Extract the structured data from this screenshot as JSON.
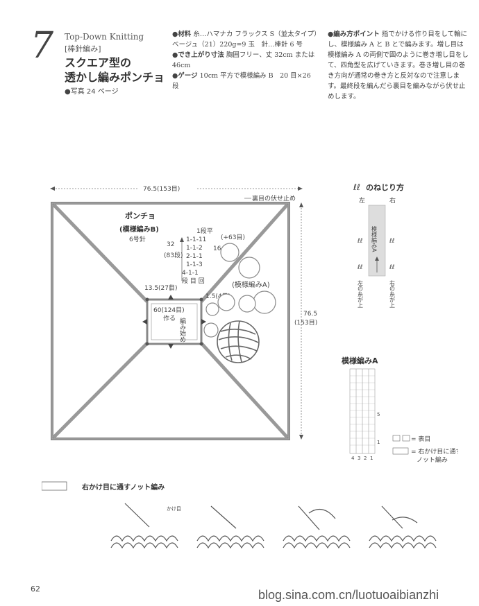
{
  "header": {
    "number": "7",
    "subtitle": "Top-Down Knitting",
    "tool": "[棒針編み]",
    "title_line1": "スクエア型の",
    "title_line2": "透かし編みポンチョ",
    "photo_ref": "●写真 24 ページ"
  },
  "specs": {
    "material_label": "●材料",
    "material_text": "糸…ハマナカ フラックス S（並太タイプ）ベージュ（21）220g=9 玉　針…棒針 6 号",
    "size_label": "●でき上がり寸法",
    "size_text": "胸囲フリー、丈 32cm または 46cm",
    "gauge_label": "●ゲージ",
    "gauge_text": "10cm 平方で模様編み B　20 目×26 段"
  },
  "point": {
    "label": "●編み方ポイント",
    "text": "指でかける作り目をして輪にし、模様編み A と B とで編みます。増し目は模様編み A の両側で図のように巻き増し目をして、四角型を広げていきます。巻き増し目の巻き方向が通常の巻き方と反対なので注意します。最終段を編んだら裏目を編みながら伏せ止めします。"
  },
  "diagram": {
    "width_label": "76.5(153目)",
    "bindoff_label": "裏目の伏せ止め",
    "piece_name": "ポンチョ",
    "pattern_b": "(模様編みB)",
    "needle": "6号針",
    "rows": "32",
    "rows_cm": "(83段)",
    "inc_table": [
      "1段平",
      "1-1-11",
      "1-1-2",
      "2-1-1",
      "1-1-3",
      "4-1-1",
      "段 目 回"
    ],
    "inc_total": "(+63目)",
    "inc_16": "16",
    "center_dim": "13.5(27目)",
    "cast_on": "60(124目)",
    "cast_on_word": "作る",
    "start_word": "編み始め",
    "side_dim": "1.5(4目)",
    "pattern_a": "(模様編みA)",
    "height_label": "76.5",
    "height_sub": "(153目)"
  },
  "twist": {
    "title": "のねじり方",
    "left": "左",
    "right": "右",
    "center": "模様編みA",
    "left_bottom": "左の糸が上",
    "right_bottom": "右の糸が上"
  },
  "chart_a": {
    "title": "模様編みA",
    "row_nums": [
      "5",
      "1"
    ],
    "col_nums": [
      "4",
      "3",
      "2",
      "1"
    ],
    "legend1": "= 表目",
    "legend2a": "= 右かけ目に通す",
    "legend2b": "ノット編み"
  },
  "knot": {
    "title": "右かけ目に通すノット編み",
    "step1": "かけ目"
  },
  "footer": {
    "page": "62",
    "blog": "blog.sina.com.cn/luotuoaibianzhi"
  }
}
